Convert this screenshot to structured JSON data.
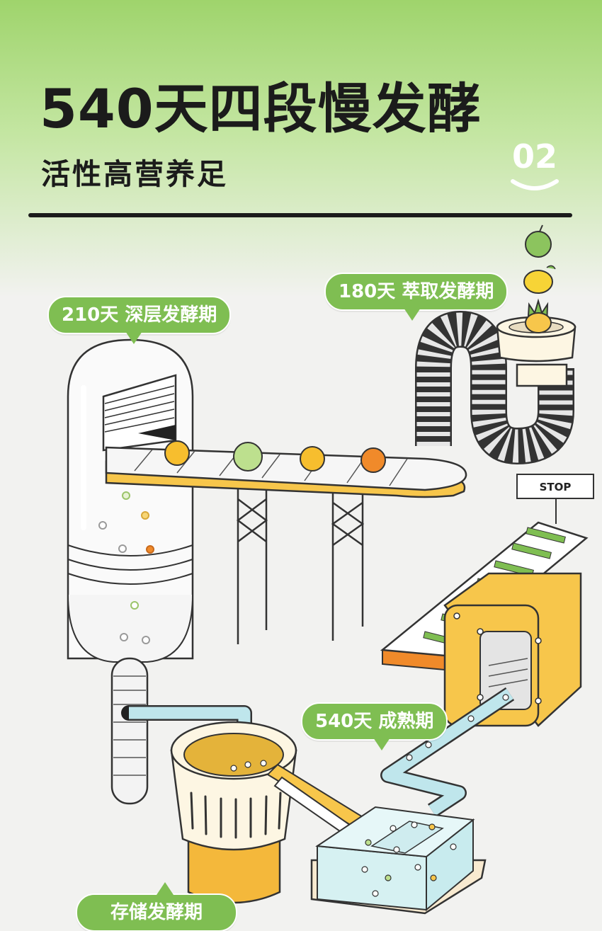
{
  "header": {
    "title": "540天四段慢发酵",
    "subtitle": "活性高营养足",
    "badge": "02"
  },
  "stages": {
    "extract": "180天 萃取发酵期",
    "deep": "210天 深层发酵期",
    "mature": "540天 成熟期",
    "storage": "存储发酵期"
  },
  "sign": {
    "label": "STOP"
  },
  "icons": [
    "apple-icon",
    "lemon-icon",
    "pineapple-icon"
  ],
  "colors": {
    "header_green": "#9fd46c",
    "bubble_green": "#7fbe52",
    "machine_yellow": "#f7c64b",
    "pipe_cyan": "#bfe6ec",
    "background": "#f2f2f0"
  }
}
